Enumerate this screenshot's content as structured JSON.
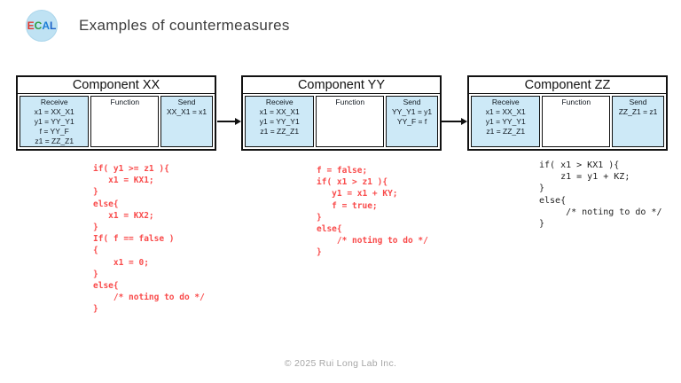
{
  "header": {
    "logo": {
      "letters": [
        {
          "char": "E",
          "color": "#e0392f"
        },
        {
          "char": "C",
          "color": "#2f9e44"
        },
        {
          "char": "A",
          "color": "#1c7ed6"
        },
        {
          "char": "L",
          "color": "#1c62c9"
        }
      ]
    },
    "title": "Examples of countermeasures"
  },
  "colors": {
    "cell_blue": "#cde9f7",
    "table_border": "#111111",
    "code_red": "#f94b4b",
    "code_black": "#1f1f1f"
  },
  "components": [
    {
      "title": "Component XX",
      "receive": {
        "header": "Receive",
        "lines": [
          "x1 = XX_X1",
          "y1 = YY_Y1",
          "f = YY_F",
          "z1 = ZZ_Z1"
        ]
      },
      "function": {
        "header": "Function",
        "lines": []
      },
      "send": {
        "header": "Send",
        "lines": [
          "XX_X1 = x1"
        ]
      },
      "code": {
        "color": "#f94b4b",
        "lines": [
          "if( y1 >= z1 ){",
          "   x1 = KX1;",
          "}",
          "else{",
          "   x1 = KX2;",
          "}",
          "If( f == false )",
          "{",
          "    x1 = 0;",
          "}",
          "else{",
          "    /* noting to do */",
          "}"
        ]
      }
    },
    {
      "title": "Component YY",
      "receive": {
        "header": "Receive",
        "lines": [
          "x1 = XX_X1",
          "y1 = YY_Y1",
          "z1 = ZZ_Z1"
        ]
      },
      "function": {
        "header": "Function",
        "lines": []
      },
      "send": {
        "header": "Send",
        "lines": [
          "YY_Y1 = y1",
          "YY_F = f"
        ]
      },
      "code": {
        "color": "#f94b4b",
        "lines": [
          "f = false;",
          "if( x1 > z1 ){",
          "   y1 = x1 + KY;",
          "   f = true;",
          "}",
          "else{",
          "    /* noting to do */",
          "}"
        ]
      }
    },
    {
      "title": "Component ZZ",
      "receive": {
        "header": "Receive",
        "lines": [
          "x1 = XX_X1",
          "y1 = YY_Y1",
          "z1 = ZZ_Z1"
        ]
      },
      "function": {
        "header": "Function",
        "lines": []
      },
      "send": {
        "header": "Send",
        "lines": [
          "ZZ_Z1 = z1"
        ]
      },
      "code": {
        "color": "#1f1f1f",
        "lines": [
          "if( x1 > KX1 ){",
          "    z1 = y1 + KZ;",
          "}",
          "else{",
          "     /* noting to do */",
          "}"
        ]
      }
    }
  ],
  "footer": {
    "copyright": "© 2025 Rui Long Lab Inc."
  }
}
